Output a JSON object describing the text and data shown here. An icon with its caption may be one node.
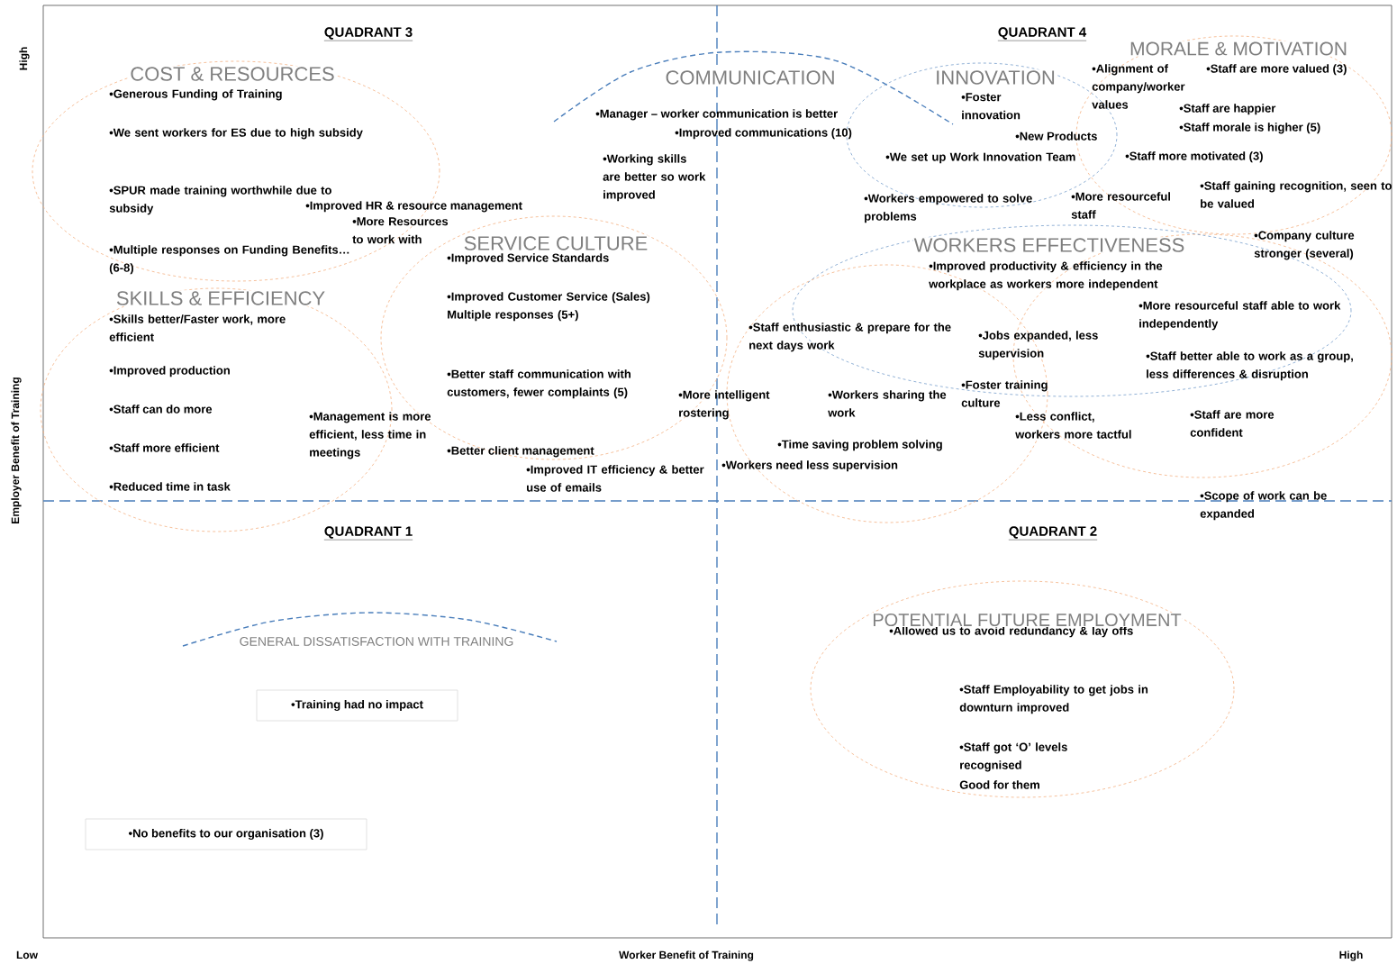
{
  "diagram": {
    "nodes": [
      {
        "text": [
          "COST & RESOURCES",
          "•Generous Funding of Training",
          "•We sent workers for ES due to high subsidy",
          "•SPUR made training worthwhile due to subsidy",
          "•Multiple responses on Funding Benefits… (6-8)"
        ]
      },
      {
        "text": [
          "SKILLS & EFFICIENCY",
          "•Skills better/Faster work, more efficient",
          "•Improved production",
          "•Staff can do more",
          "•Staff more efficient",
          "•Reduced time in task"
        ]
      },
      {
        "text": [
          "SERVICE CULTURE",
          "•Improved Service Standards",
          "•Improved Customer Service (Sales) Multiple responses (5+)",
          "•Better staff communication with customers, fewer complaints (5)"
        ]
      },
      {
        "text": [
          "COMMUNICATION",
          "•Manager – worker communication is better",
          "•Improved communications (10)"
        ]
      },
      {
        "text": [
          "INNOVATION",
          "•Foster innovation",
          "•New Products",
          "•We set up Work Innovation Team",
          "•Workers empowered to solve problems"
        ]
      },
      {
        "text": [
          "MORALE & MOTIVATION",
          "•Alignment of company/worker values",
          "•Staff are more valued (3)",
          "•Staff are happier",
          "•Staff morale is higher (5)",
          "•Staff more motivated (3)",
          "•Staff gaining recognition, seen to be valued"
        ]
      },
      {
        "text": [
          "WORKERS EFFECTIVENESS"
        ]
      },
      {
        "text": [],
        "shape": "ellipse"
      },
      {
        "text": [],
        "shape": "ellipse"
      },
      {
        "text": [
          "GENERAL DISSATISFACTION WITH TRAINING"
        ]
      },
      {
        "text": [
          "•Training had no impact"
        ]
      },
      {
        "text": [
          "•No benefits to our organisation (3)"
        ]
      },
      {
        "text": [
          "POTENTIAL FUTURE EMPLOYMENT",
          "•Allowed us to avoid redundancy & lay offs",
          "•Staff Employability to get jobs in downturn improved",
          "•Staff got ‘O’ levels recognised",
          "Good for them"
        ]
      }
    ],
    "labels": [
      "High",
      "QUADRANT 3",
      "QUADRANT 4",
      "•Improved HR & resource management",
      "•More Resources to work with",
      "•Working skills are better so work improved",
      "•More resourceful staff",
      "•Company culture stronger (several)",
      "•Improved productivity & efficiency in the workplace as workers more independent",
      "•More resourceful staff able to work independently",
      "•Staff enthusiastic & prepare for the next days work",
      "•Jobs expanded, less supervision",
      "•Staff better able to work as a group, less differences & disruption",
      "Employer Benefit of Training",
      "•Management is more efficient, less time in meetings",
      "•More intelligent rostering",
      "•Workers sharing the work",
      "•Foster training culture",
      "•Less conflict, workers more tactful",
      "•Staff are more confident",
      "•Time saving problem solving",
      "•Better client management",
      "•Workers need less supervision",
      "•Improved IT efficiency & better use of emails",
      "•Scope of work can be expanded",
      "QUADRANT 1",
      "QUADRANT 2",
      "Low",
      "Worker Benefit of Training",
      "High"
    ]
  }
}
